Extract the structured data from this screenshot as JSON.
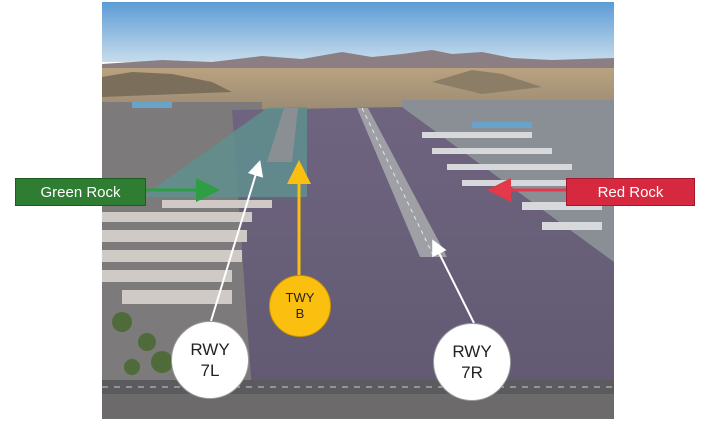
{
  "labels": {
    "green_rock": "Green Rock",
    "red_rock": "Red Rock",
    "twy": {
      "line1": "TWY",
      "line2": "B"
    },
    "rwy_7l": {
      "line1": "RWY",
      "line2": "7L"
    },
    "rwy_7r": {
      "line1": "RWY",
      "line2": "7R"
    }
  },
  "colors": {
    "green": "#2e7d32",
    "red": "#d6283e",
    "yellow": "#fbbf0f",
    "white": "#ffffff"
  }
}
